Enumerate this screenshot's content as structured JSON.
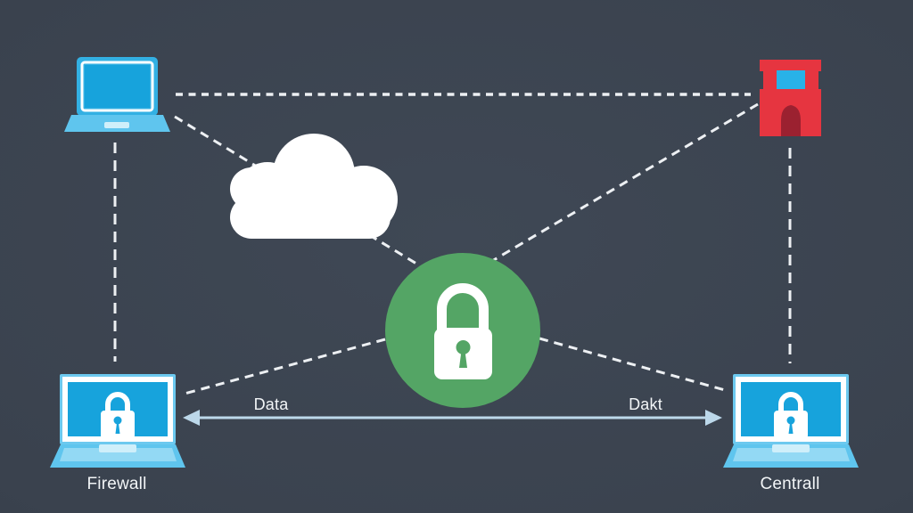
{
  "diagram_title": "network-security-diagram",
  "colors": {
    "background": "#3a424e",
    "background-center": "#3f4855",
    "background-edge": "#2d3642",
    "dash-white": "#edf0f3",
    "white": "#ffffff",
    "screen-blue": "#17a3dc",
    "shell-blue": "#33b0e3",
    "rim-blue": "#6cc9ef",
    "base-blue": "#5fc5ee",
    "base-light": "#93d9f4",
    "notch-light": "#cfeffa",
    "green": "#54a565",
    "red": "#e63540",
    "door-red": "#9b2130",
    "window-blue": "#29b2e8",
    "arrow-blue": "#bcd8ea",
    "label-text": "#f2f5f7"
  },
  "nodes": {
    "client_laptop": {
      "icon": "laptop-icon"
    },
    "fortress": {
      "icon": "castle-icon"
    },
    "cloud": {
      "icon": "cloud-icon"
    },
    "secure_lock": {
      "icon": "padlock-icon"
    },
    "firewall_laptop": {
      "icon": "laptop-lock-icon",
      "label": "Firewall"
    },
    "central_laptop": {
      "icon": "laptop-lock-icon",
      "label": "Centrall"
    }
  },
  "connections": {
    "data_flow": {
      "left_label": "Data",
      "right_label": "Dakt",
      "type": "double-arrow"
    },
    "dashed_links": [
      "client-laptop to fortress",
      "client-laptop to cloud to lock",
      "fortress to lock",
      "lock to firewall-laptop",
      "lock to central-laptop",
      "client-laptop to firewall-laptop",
      "fortress to central-laptop"
    ]
  }
}
